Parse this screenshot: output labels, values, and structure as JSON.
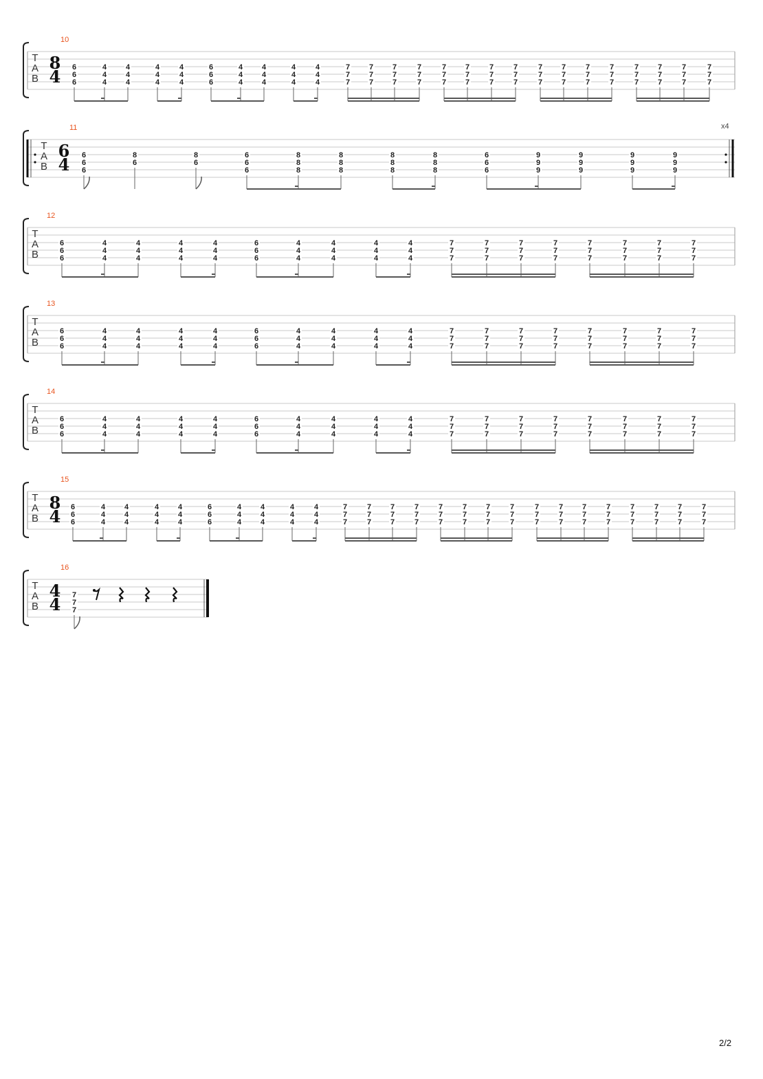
{
  "page_number": "2/2",
  "tab_letters": [
    "T",
    "A",
    "B"
  ],
  "repeat_count": "x4",
  "systems": [
    {
      "measure": "10",
      "time_sig": [
        "8",
        "4"
      ],
      "pattern": "A"
    },
    {
      "measure": "11",
      "time_sig": [
        "6",
        "4"
      ],
      "pattern": "B",
      "repeat": true
    },
    {
      "measure": "12",
      "time_sig": null,
      "pattern": "C"
    },
    {
      "measure": "13",
      "time_sig": null,
      "pattern": "C"
    },
    {
      "measure": "14",
      "time_sig": null,
      "pattern": "C"
    },
    {
      "measure": "15",
      "time_sig": [
        "8",
        "4"
      ],
      "pattern": "A"
    },
    {
      "measure": "16",
      "time_sig": [
        "4",
        "4"
      ],
      "pattern": "D",
      "final": true
    }
  ],
  "patterns": {
    "A": {
      "groups": [
        {
          "beam": 1,
          "chords": [
            [
              "6",
              "6",
              "6"
            ],
            [
              "4",
              "4",
              "4"
            ],
            [
              "4",
              "4",
              "4"
            ]
          ]
        },
        {
          "beam": 1,
          "chords": [
            [
              "4",
              "4",
              "4"
            ],
            [
              "4",
              "4",
              "4"
            ]
          ]
        },
        {
          "beam": 1,
          "chords": [
            [
              "6",
              "6",
              "6"
            ],
            [
              "4",
              "4",
              "4"
            ],
            [
              "4",
              "4",
              "4"
            ]
          ]
        },
        {
          "beam": 1,
          "chords": [
            [
              "4",
              "4",
              "4"
            ],
            [
              "4",
              "4",
              "4"
            ]
          ]
        },
        {
          "beam": 2,
          "chords": [
            [
              "7",
              "7",
              "7"
            ],
            [
              "7",
              "7",
              "7"
            ],
            [
              "7",
              "7",
              "7"
            ],
            [
              "7",
              "7",
              "7"
            ]
          ]
        },
        {
          "beam": 2,
          "chords": [
            [
              "7",
              "7",
              "7"
            ],
            [
              "7",
              "7",
              "7"
            ],
            [
              "7",
              "7",
              "7"
            ],
            [
              "7",
              "7",
              "7"
            ]
          ]
        },
        {
          "beam": 2,
          "chords": [
            [
              "7",
              "7",
              "7"
            ],
            [
              "7",
              "7",
              "7"
            ],
            [
              "7",
              "7",
              "7"
            ],
            [
              "7",
              "7",
              "7"
            ]
          ]
        },
        {
          "beam": 2,
          "chords": [
            [
              "7",
              "7",
              "7"
            ],
            [
              "7",
              "7",
              "7"
            ],
            [
              "7",
              "7",
              "7"
            ],
            [
              "7",
              "7",
              "7"
            ]
          ]
        }
      ]
    },
    "B": {
      "groups": [
        {
          "beam": 0,
          "flag": true,
          "chords": [
            [
              "6",
              "6",
              "6"
            ]
          ]
        },
        {
          "beam": 0,
          "flag": false,
          "chords": [
            [
              "8",
              "6"
            ]
          ]
        },
        {
          "beam": 0,
          "flag": true,
          "chords": [
            [
              "8",
              "6"
            ]
          ]
        },
        {
          "beam": 1,
          "chords": [
            [
              "6",
              "6",
              "6"
            ],
            [
              "8",
              "8",
              "8"
            ],
            [
              "8",
              "8",
              "8"
            ]
          ]
        },
        {
          "beam": 1,
          "chords": [
            [
              "8",
              "8",
              "8"
            ],
            [
              "8",
              "8",
              "8"
            ]
          ]
        },
        {
          "beam": 1,
          "chords": [
            [
              "6",
              "6",
              "6"
            ],
            [
              "9",
              "9",
              "9"
            ],
            [
              "9",
              "9",
              "9"
            ]
          ]
        },
        {
          "beam": 1,
          "chords": [
            [
              "9",
              "9",
              "9"
            ],
            [
              "9",
              "9",
              "9"
            ]
          ]
        }
      ]
    },
    "C": {
      "groups": [
        {
          "beam": 1,
          "chords": [
            [
              "6",
              "6",
              "6"
            ],
            [
              "4",
              "4",
              "4"
            ],
            [
              "4",
              "4",
              "4"
            ]
          ]
        },
        {
          "beam": 1,
          "chords": [
            [
              "4",
              "4",
              "4"
            ],
            [
              "4",
              "4",
              "4"
            ]
          ]
        },
        {
          "beam": 1,
          "chords": [
            [
              "6",
              "6",
              "6"
            ],
            [
              "4",
              "4",
              "4"
            ],
            [
              "4",
              "4",
              "4"
            ]
          ]
        },
        {
          "beam": 1,
          "chords": [
            [
              "4",
              "4",
              "4"
            ],
            [
              "4",
              "4",
              "4"
            ]
          ]
        },
        {
          "beam": 2,
          "chords": [
            [
              "7",
              "7",
              "7"
            ],
            [
              "7",
              "7",
              "7"
            ],
            [
              "7",
              "7",
              "7"
            ],
            [
              "7",
              "7",
              "7"
            ]
          ]
        },
        {
          "beam": 2,
          "chords": [
            [
              "7",
              "7",
              "7"
            ],
            [
              "7",
              "7",
              "7"
            ],
            [
              "7",
              "7",
              "7"
            ],
            [
              "7",
              "7",
              "7"
            ]
          ]
        }
      ]
    },
    "D": {
      "groups": [
        {
          "beam": 0,
          "flag": true,
          "chords": [
            [
              "7",
              "7",
              "7"
            ]
          ]
        }
      ],
      "rests": [
        "eighth",
        "quarter",
        "quarter",
        "quarter"
      ]
    }
  }
}
